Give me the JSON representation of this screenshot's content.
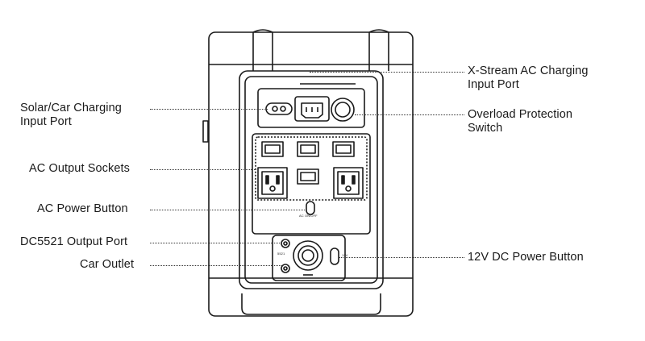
{
  "labels": {
    "solar_car_charging": {
      "line1": "Solar/Car Charging",
      "line2": "Input Port"
    },
    "ac_output_sockets": "AC Output Sockets",
    "ac_power_button": "AC Power Button",
    "dc5521_output_port": "DC5521 Output Port",
    "car_outlet": "Car Outlet",
    "xstream_ac_charging": {
      "line1": "X-Stream AC Charging",
      "line2": "Input Port"
    },
    "overload_protection": {
      "line1": "Overload Protection",
      "line2": "Switch"
    },
    "dc_power_button_12v": "12V DC Power Button"
  },
  "device_text": {
    "ac_on_off": "AC ON/OFF",
    "dc_12v": "12V DC",
    "dc5521": "5521",
    "dc_power": "12V"
  },
  "colors": {
    "outline": "#1a1a1a",
    "panel_fill": "#ffffff",
    "leader_line": "#333333"
  }
}
